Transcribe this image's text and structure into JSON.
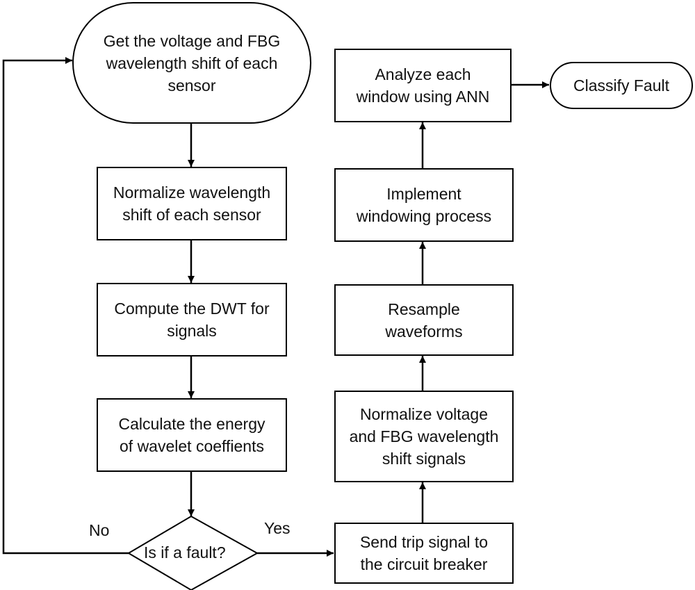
{
  "nodes": {
    "start": "Get the voltage and FBG\nwavelength shift of each\nsensor",
    "normalize_wavelength": "Normalize wavelength\nshift of each sensor",
    "compute_dwt": "Compute the DWT for\nsignals",
    "calculate_energy": "Calculate the energy\nof wavelet coeffients",
    "decision": "Is if a fault?",
    "send_trip": "Send trip signal to\nthe circuit breaker",
    "normalize_voltage": "Normalize voltage\nand FBG wavelength\nshift signals",
    "resample": "Resample\nwaveforms",
    "windowing": "Implement\nwindowing process",
    "analyze": "Analyze each\nwindow using ANN",
    "classify": "Classify Fault"
  },
  "edges": {
    "no": "No",
    "yes": "Yes"
  }
}
